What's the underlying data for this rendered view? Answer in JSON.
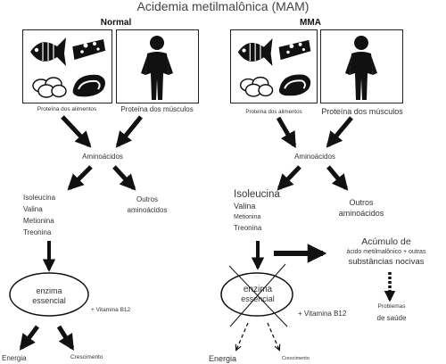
{
  "title": "Acidemia metilmalônica (MAM)",
  "colors": {
    "ink": "#222222",
    "text": "#333333",
    "background": "#ffffff"
  },
  "normal": {
    "heading": "Normal",
    "food_protein": "Proteína dos alimentos",
    "muscle_protein": "Proteína dos músculos",
    "amino_acids": "Aminoácidos",
    "aa_list": [
      "Isoleucina",
      "Valina",
      "Metionina",
      "Treonina"
    ],
    "other_aa_line1": "Outros",
    "other_aa_line2": "aminoácidos",
    "enzyme_line1": "enzima",
    "enzyme_line2": "essencial",
    "vitamin": "+ Vitamina B12",
    "energy": "Energia",
    "growth": "Crescimento"
  },
  "mma": {
    "heading": "MMA",
    "food_protein": "Proteína dos alimentos",
    "muscle_protein": "Proteína dos músculos",
    "amino_acids": "Aminoácidos",
    "aa_list": [
      "Isoleucina",
      "Valina",
      "Metionina",
      "Treonina"
    ],
    "other_aa_line1": "Outros",
    "other_aa_line2": "aminoácidos",
    "accum_line1": "Acúmulo de",
    "accum_line2": "ácido metilmalônico + outras",
    "accum_line3": "substâncias nocivas",
    "problems_line1": "Problemas",
    "problems_line2": "de saúde",
    "enzyme_line1": "enzima",
    "enzyme_line2": "essencial",
    "vitamin": "+ Vitamina B12",
    "energy": "Energia",
    "growth": "Crescimento"
  },
  "icons": [
    "fish-icon",
    "cheese-icon",
    "eggs-icon",
    "meat-icon",
    "person-icon"
  ]
}
